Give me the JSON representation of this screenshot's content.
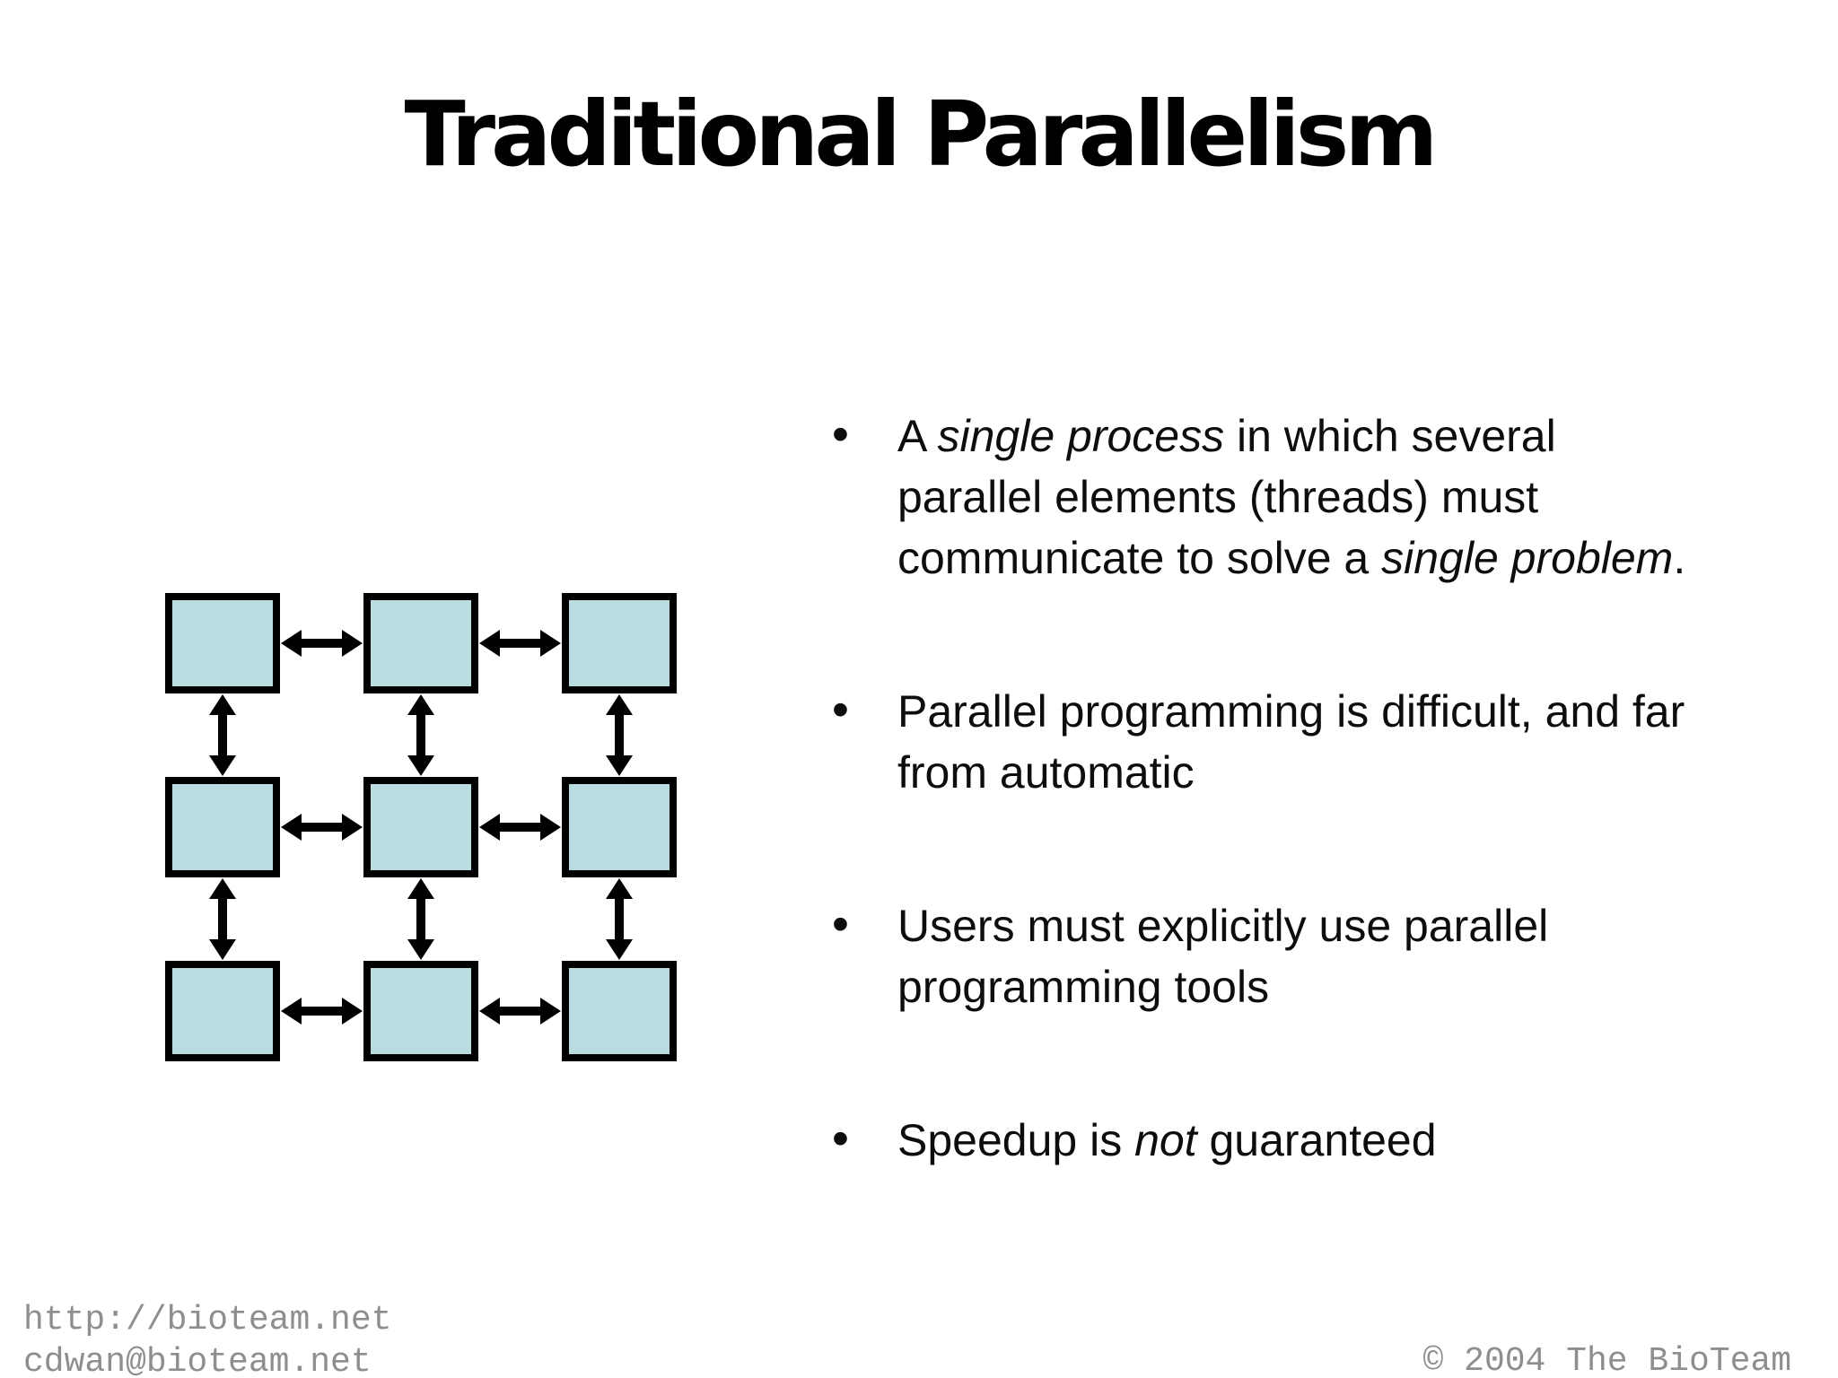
{
  "title": "Traditional Parallelism",
  "bullet_char": "•",
  "bullets": [
    {
      "runs": [
        {
          "t": "A ",
          "i": false
        },
        {
          "t": "single process",
          "i": true
        },
        {
          "t": " in which several\nparallel elements (threads) must\ncommunicate to solve a ",
          "i": false
        },
        {
          "t": "single problem",
          "i": true
        },
        {
          "t": ".",
          "i": false
        }
      ]
    },
    {
      "runs": [
        {
          "t": "Parallel programming is difficult, and far\nfrom automatic",
          "i": false
        }
      ]
    },
    {
      "runs": [
        {
          "t": "Users must explicitly use parallel\nprogramming tools",
          "i": false
        }
      ]
    },
    {
      "runs": [
        {
          "t": "Speedup is ",
          "i": false
        },
        {
          "t": "not",
          "i": true
        },
        {
          "t": " guaranteed",
          "i": false
        }
      ]
    }
  ],
  "diagram": {
    "type": "grid-of-communicating-threads",
    "rows": 3,
    "cols": 3,
    "connections": "bidirectional-between-neighbors",
    "node_fill": "#b8dce0",
    "node_border": "#000000",
    "arrow_color": "#000000"
  },
  "footer": {
    "url": "http://bioteam.net",
    "email": "cdwan@bioteam.net",
    "copyright": "© 2004 The BioTeam",
    "text_color": "#8e8e8e"
  }
}
